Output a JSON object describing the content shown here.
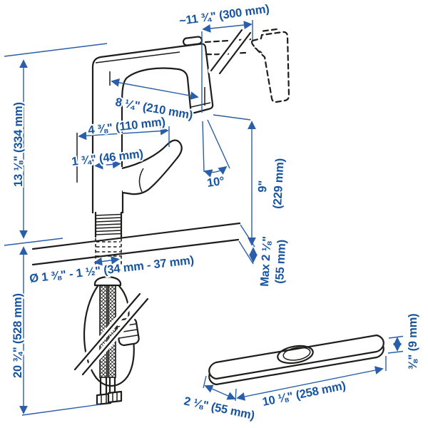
{
  "diagram_title": "kitchen-faucet-measurement-illustration",
  "colors": {
    "accent_blue": "#17549f",
    "dimension_line_blue": "#2a5ea9",
    "drawing_ink": "#1d1d1b",
    "background": "#ffffff"
  },
  "dims": {
    "pullout_reach": "~11 ¾\" (300 mm)",
    "spout_reach": "8 ¼\" (210 mm)",
    "spout_projection": "4 ⅜\" (110 mm)",
    "body_width": "1 ¾\" (46 mm)",
    "total_height": "13 ⅛\" (334 mm)",
    "spray_angle": "10°",
    "spout_height_in": "9\"",
    "spout_height_mm": "(229 mm)",
    "deck_thickness_max_in": "Max 2 ⅛\"",
    "deck_thickness_max_mm": "(55 mm)",
    "hole_diameter": "Ø 1 ⅜\" - 1 ½\" (34 mm - 37 mm)",
    "hose_length": "20 ¾\" (528 mm)",
    "plate_thickness": "⅜\" (9 mm)",
    "plate_depth": "2 ⅛\" (55 mm)",
    "plate_length": "10 ⅛\" (258 mm)"
  }
}
